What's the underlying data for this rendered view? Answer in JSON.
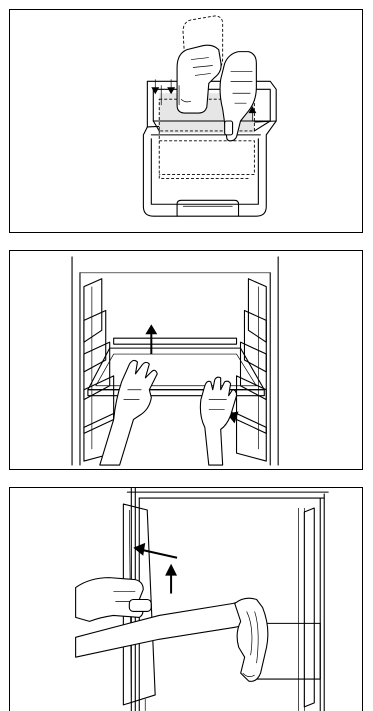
{
  "figure": {
    "panels": [
      {
        "id": "panel-1",
        "subject": "drawer-shelf-adjustment"
      },
      {
        "id": "panel-2",
        "subject": "glass-shelf-removal"
      },
      {
        "id": "panel-3",
        "subject": "door-bin-removal"
      }
    ],
    "colors": {
      "line": "#000000",
      "background": "#ffffff",
      "shade": "#e6e6e6"
    }
  }
}
